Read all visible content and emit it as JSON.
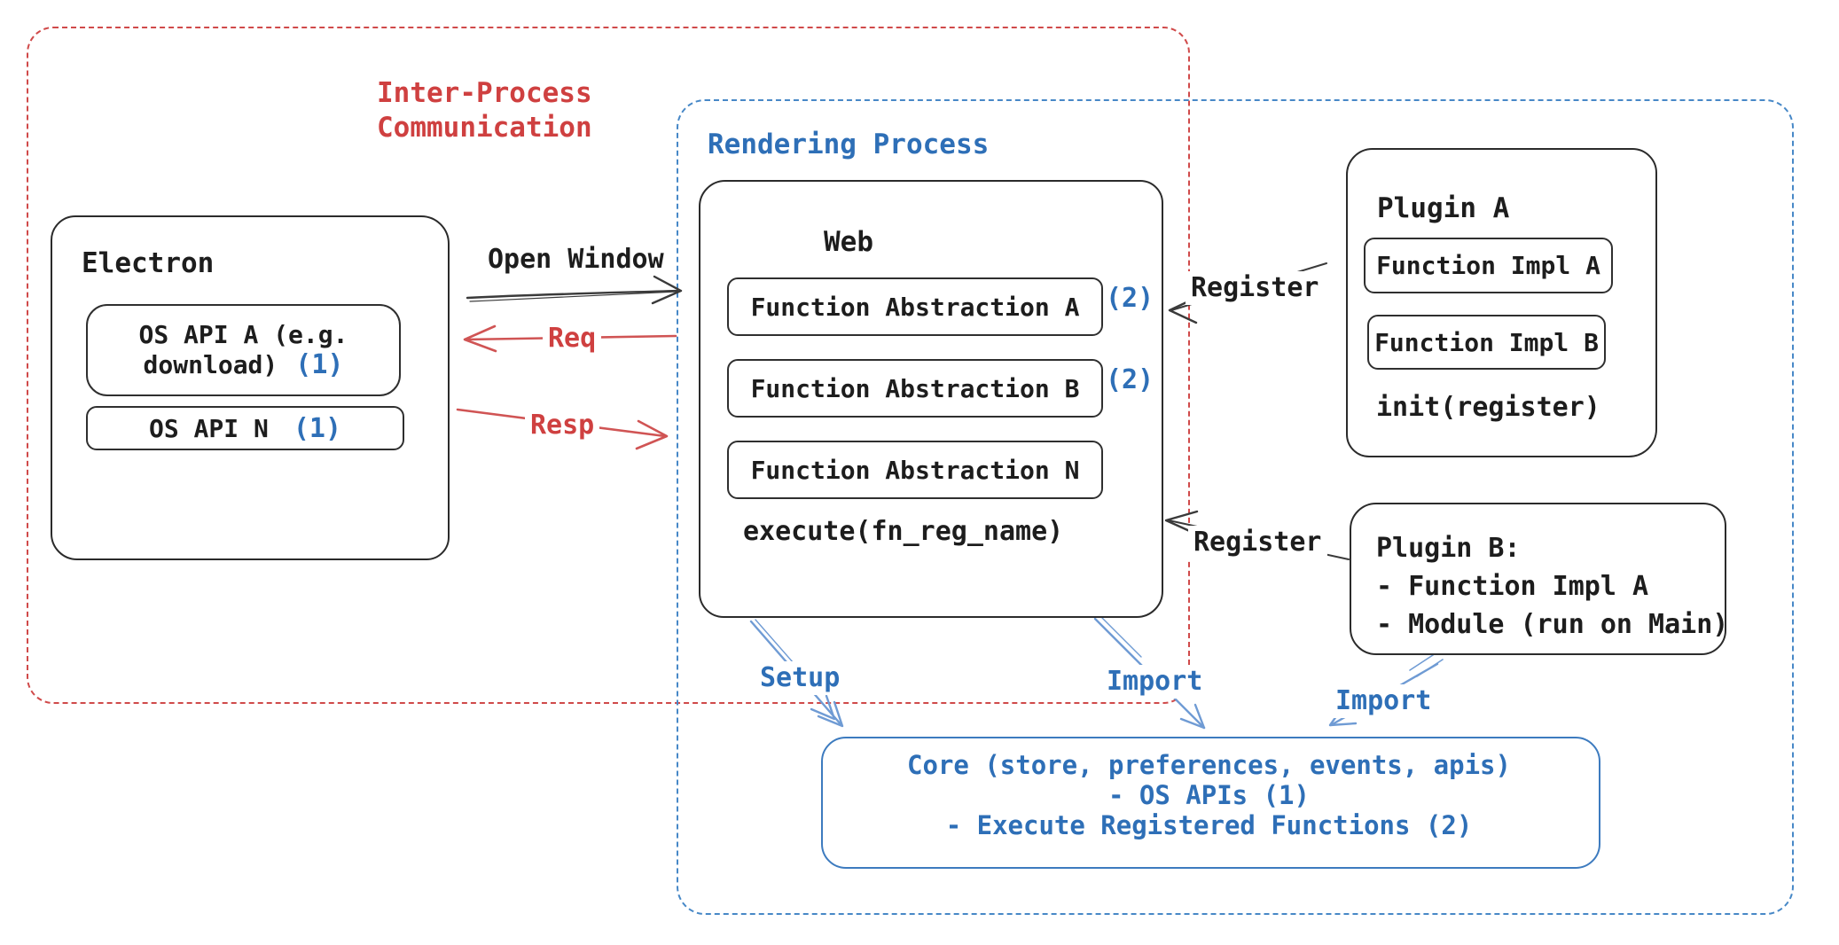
{
  "colors": {
    "red_accent": "#cf4040",
    "blue_accent": "#2e6fb7",
    "blue_arrow": "#6f9bd4",
    "black_stroke": "#2b2b2b"
  },
  "frames": {
    "ipc": {
      "label_line1": "Inter-Process",
      "label_line2": "Communication"
    },
    "rendering": {
      "label": "Rendering Process"
    }
  },
  "electron": {
    "title": "Electron",
    "os_api_a": {
      "line1": "OS API A (e.g.",
      "line2": "download)",
      "badge": "(1)"
    },
    "os_api_n": {
      "label": "OS API N",
      "badge": "(1)"
    }
  },
  "web": {
    "title": "Web",
    "items": [
      {
        "label": "Function Abstraction A",
        "badge": "(2)"
      },
      {
        "label": "Function Abstraction B",
        "badge": "(2)"
      },
      {
        "label": "Function Abstraction N",
        "badge": ""
      }
    ],
    "footer": "execute(fn_reg_name)"
  },
  "plugin_a": {
    "title": "Plugin A",
    "impl_a": "Function Impl A",
    "impl_b": "Function Impl B",
    "footer": "init(register)"
  },
  "plugin_b": {
    "line1": "Plugin B:",
    "line2": "- Function Impl A",
    "line3": "- Module (run on Main)"
  },
  "core": {
    "line1": "Core (store, preferences, events, apis)",
    "line2": "- OS APIs (1)",
    "line3": "- Execute Registered Functions (2)"
  },
  "arrows": {
    "open_window": "Open Window",
    "req": "Req",
    "resp": "Resp",
    "register_top": "Register",
    "register_bottom": "Register",
    "setup": "Setup",
    "import_web": "Import",
    "import_plugin": "Import"
  }
}
